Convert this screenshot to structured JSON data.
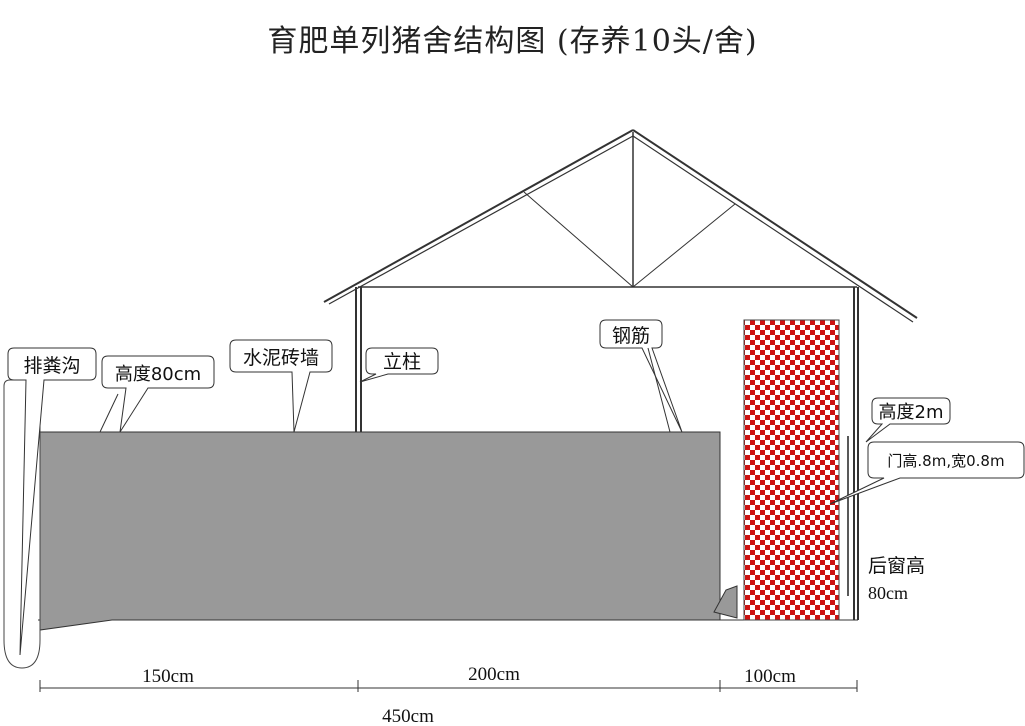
{
  "title": "育肥单列猪舍结构图 (存养10头/舍)",
  "callouts": {
    "drain": "排粪沟",
    "wall_height": "高度80cm",
    "brick_wall": "水泥砖墙",
    "pillar": "立柱",
    "rebar": "钢筋",
    "height_2m": "高度2m",
    "door": "门高.8m,宽0.8m"
  },
  "labels": {
    "rear_window_line1": "后窗高",
    "rear_window_line2": "80cm"
  },
  "dimensions": {
    "seg1": "150cm",
    "seg2": "200cm",
    "seg3": "100cm",
    "total": "450cm"
  },
  "colors": {
    "wall_fill": "#999999",
    "door_check_red": "#cc1111",
    "door_check_white": "#ffffff"
  }
}
